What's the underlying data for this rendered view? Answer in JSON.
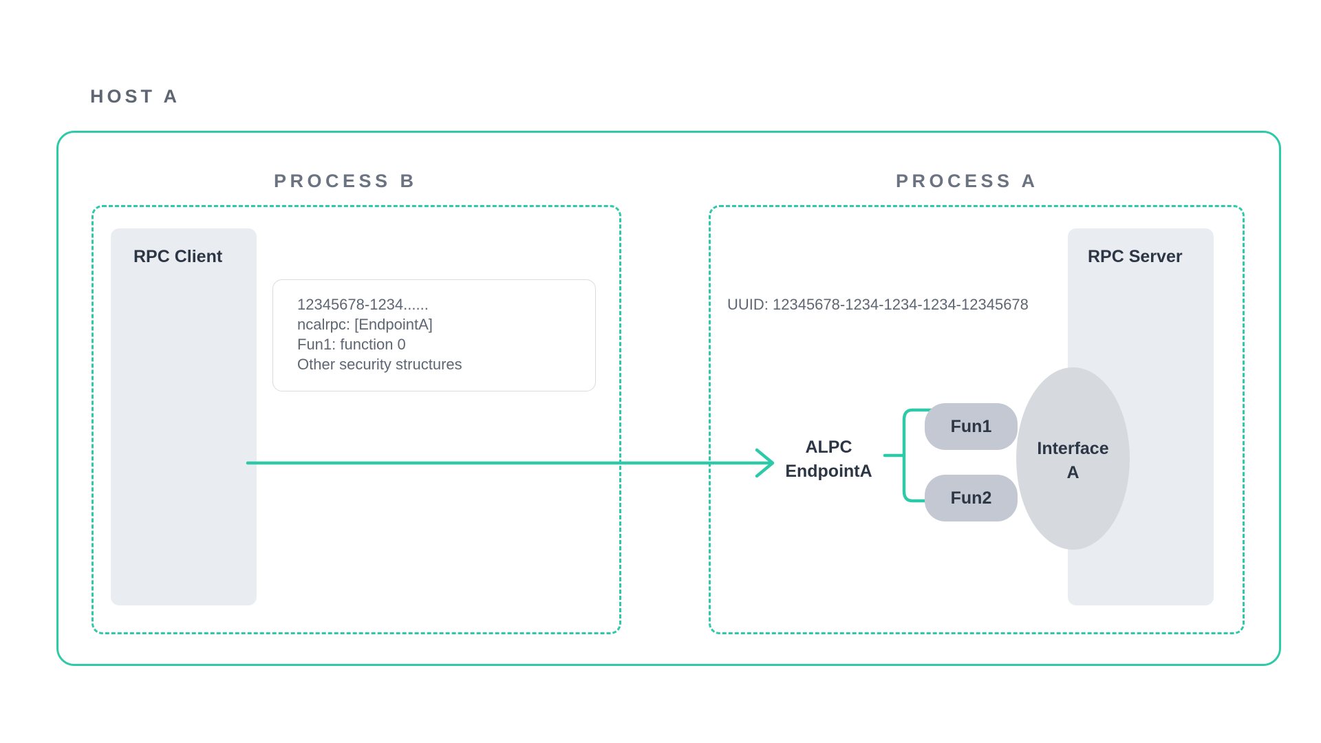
{
  "diagram": {
    "title": "HOST A",
    "accent_color": "#2ec9a8",
    "panel_color": "#e9ecf1",
    "pill_color": "#c3c8d2",
    "ellipse_color": "#d6d9de",
    "text_color": "#2d3645",
    "muted_text_color": "#5d6672"
  },
  "processes": {
    "left": {
      "title": "PROCESS B",
      "panel_label": "RPC Client",
      "detail_card": {
        "lines": [
          "12345678-1234......",
          "ncalrpc: [EndpointA]",
          "Fun1: function 0",
          "Other security structures"
        ]
      }
    },
    "right": {
      "title": "PROCESS A",
      "panel_label": "RPC Server",
      "uuid_text": "UUID: 12345678-1234-1234-1234-12345678",
      "endpoint_label_line1": "ALPC",
      "endpoint_label_line2": "EndpointA",
      "functions": [
        {
          "label": "Fun1"
        },
        {
          "label": "Fun2"
        }
      ],
      "interface_line1": "Interface",
      "interface_line2": "A"
    }
  },
  "connection": {
    "direction": "left-to-right",
    "from": "RPC Client",
    "to": "ALPC EndpointA"
  }
}
